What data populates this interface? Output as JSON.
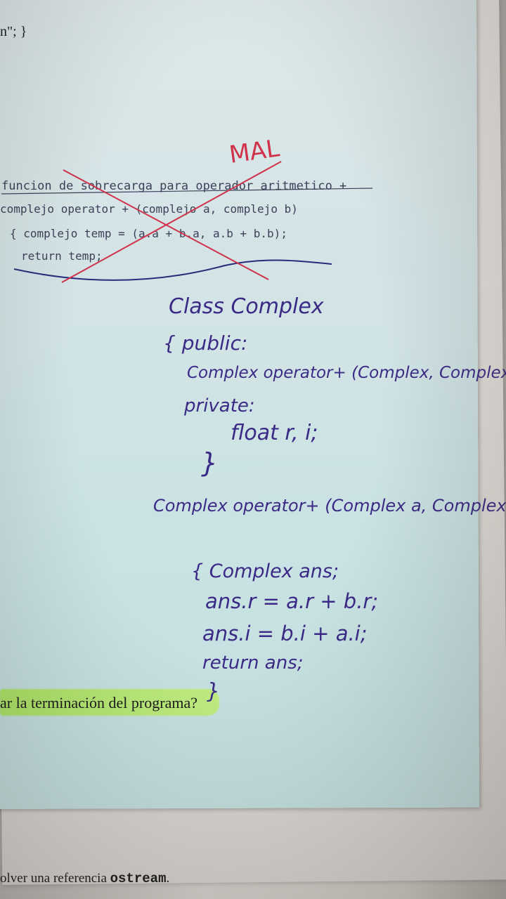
{
  "printed": {
    "top_fragment": "n\"; }",
    "highlight_line": "ar la terminación del programa?",
    "bottom_line_text": "olver una referencia ",
    "bottom_line_code": "ostream",
    "bottom_line_end": "."
  },
  "crossed_out_notes": {
    "correction_mark": "MAL",
    "heading": "funcion de sobrecarga para operador aritmetico +",
    "lines": [
      "complejo operator + (complejo a, complejo b)",
      "{ complejo temp = (a.a + b.a, a.b + b.b);",
      "return temp;"
    ]
  },
  "handwritten_code": {
    "lines": [
      "Class Complex",
      "{ public:",
      "Complex operator+ (Complex, Complex);",
      "private:",
      "float r, i;",
      "}",
      "Complex operator+ (Complex a, Complex b)",
      "{ Complex ans;",
      "ans.r = a.r + b.r;",
      "ans.i = b.i + a.i;",
      "return ans;",
      "}"
    ]
  },
  "colors": {
    "ink_blue": "#3a2a86",
    "pencil": "#3b3f58",
    "correction_red": "#d0324a",
    "paper": "#d3e4e6",
    "highlighter": "#b4e85a"
  }
}
